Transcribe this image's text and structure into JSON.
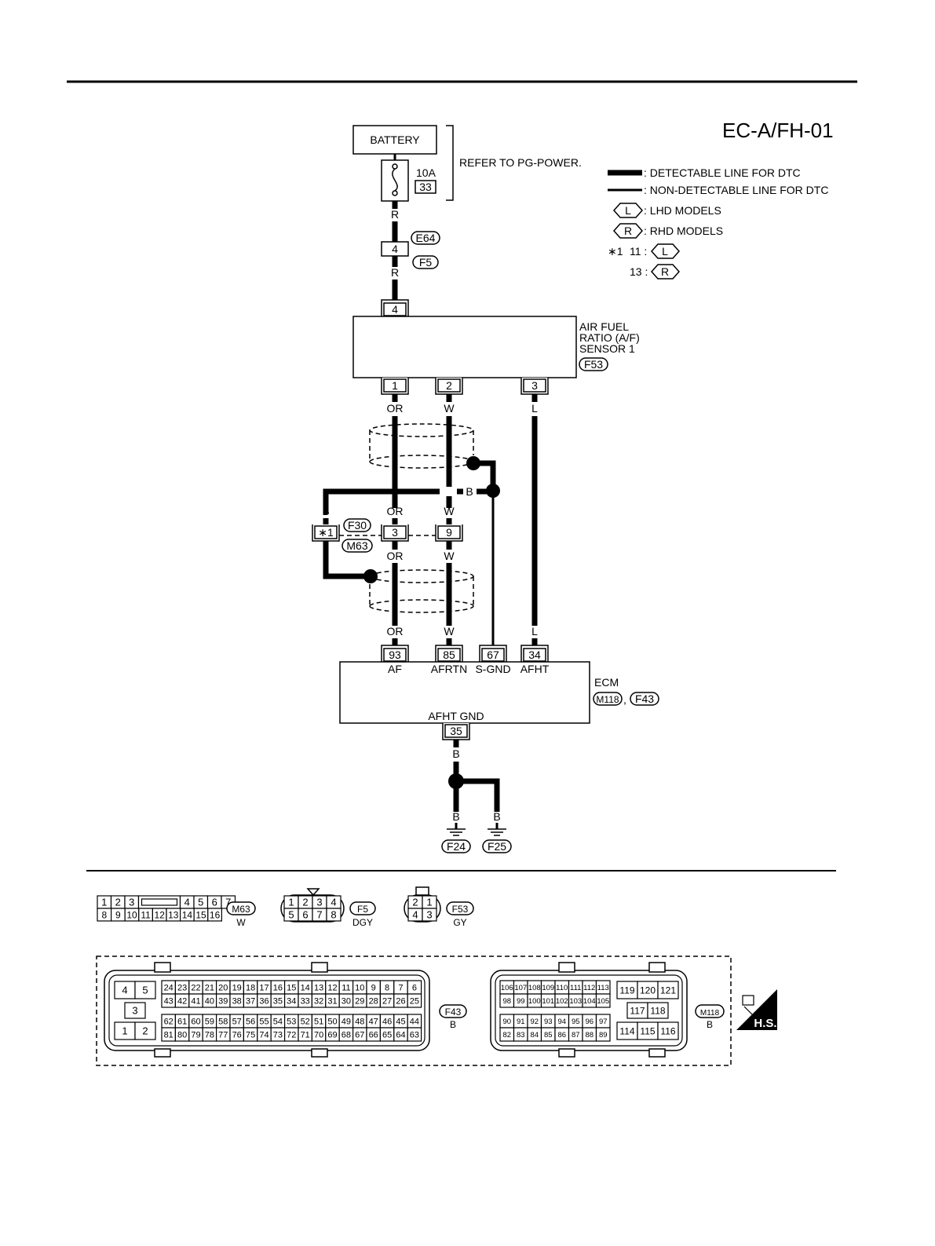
{
  "diagram_code": "EC-A/FH-01",
  "battery": "BATTERY",
  "fuse": {
    "rating": "10A",
    "number": "33",
    "refer": "REFER TO PG-POWER."
  },
  "legend": {
    "detectable": ": DETECTABLE LINE FOR DTC",
    "non_detectable": ": NON-DETECTABLE LINE FOR DTC",
    "lhd_tag": "L",
    "lhd": ": LHD MODELS",
    "rhd_tag": "R",
    "rhd": ": RHD MODELS",
    "star": "∗1",
    "star_l": "11 :",
    "star_r": "13 :"
  },
  "wire_colors": {
    "r": "R",
    "or": "OR",
    "w": "W",
    "l": "L",
    "b": "B"
  },
  "connectors": {
    "e64": "E64",
    "f5": "F5",
    "f53": "F53",
    "f30": "F30",
    "m63": "M63",
    "m118": "M118",
    "f43": "F43",
    "f24": "F24",
    "f25": "F25"
  },
  "pins": {
    "e64_4": "4",
    "sensor_4": "4",
    "sensor_1": "1",
    "sensor_2": "2",
    "sensor_3": "3",
    "joint_star": "∗1",
    "joint_3": "3",
    "joint_9": "9",
    "ecm_93": "93",
    "ecm_85": "85",
    "ecm_67": "67",
    "ecm_34": "34",
    "ecm_35": "35"
  },
  "sensor": {
    "line1": "AIR FUEL",
    "line2": "RATIO (A/F)",
    "line3": "SENSOR 1"
  },
  "ecm": {
    "name": "ECM",
    "comma": ",",
    "af": "AF",
    "afrtn": "AFRTN",
    "sgnd": "S-GND",
    "afht": "AFHT",
    "afht_gnd": "AFHT GND"
  },
  "bottom": {
    "m63_color": "W",
    "f5_color": "DGY",
    "f53_color": "GY",
    "f43_color": "B",
    "m118_color": "B",
    "m63_row1": [
      "1",
      "2",
      "3",
      "",
      "4",
      "5",
      "6",
      "7"
    ],
    "m63_row2": [
      "8",
      "9",
      "10",
      "11",
      "12",
      "13",
      "14",
      "15",
      "16"
    ],
    "f5_row1": [
      "1",
      "2",
      "3",
      "4"
    ],
    "f5_row2": [
      "5",
      "6",
      "7",
      "8"
    ],
    "f53_row1": [
      "2",
      "1"
    ],
    "f53_row2": [
      "4",
      "3"
    ],
    "f43_small": [
      "4",
      "5",
      "3",
      "1",
      "2"
    ],
    "f43_r1": [
      "24",
      "23",
      "22",
      "21",
      "20",
      "19",
      "18",
      "17",
      "16",
      "15",
      "14",
      "13",
      "12",
      "11",
      "10",
      "9",
      "8",
      "7",
      "6"
    ],
    "f43_r2": [
      "43",
      "42",
      "41",
      "40",
      "39",
      "38",
      "37",
      "36",
      "35",
      "34",
      "33",
      "32",
      "31",
      "30",
      "29",
      "28",
      "27",
      "26",
      "25"
    ],
    "f43_r3": [
      "62",
      "61",
      "60",
      "59",
      "58",
      "57",
      "56",
      "55",
      "54",
      "53",
      "52",
      "51",
      "50",
      "49",
      "48",
      "47",
      "46",
      "45",
      "44"
    ],
    "f43_r4": [
      "81",
      "80",
      "79",
      "78",
      "77",
      "76",
      "75",
      "74",
      "73",
      "72",
      "71",
      "70",
      "69",
      "68",
      "67",
      "66",
      "65",
      "64",
      "63"
    ],
    "m118_r1": [
      "106",
      "107",
      "108",
      "109",
      "110",
      "111",
      "112",
      "113"
    ],
    "m118_r2": [
      "98",
      "99",
      "100",
      "101",
      "102",
      "103",
      "104",
      "105"
    ],
    "m118_r3": [
      "90",
      "91",
      "92",
      "93",
      "94",
      "95",
      "96",
      "97"
    ],
    "m118_r4": [
      "82",
      "83",
      "84",
      "85",
      "86",
      "87",
      "88",
      "89"
    ],
    "m118_g1": [
      "119",
      "120",
      "121"
    ],
    "m118_g2": [
      "117",
      "118"
    ],
    "m118_g3": [
      "114",
      "115",
      "116"
    ],
    "hs": "H.S."
  }
}
